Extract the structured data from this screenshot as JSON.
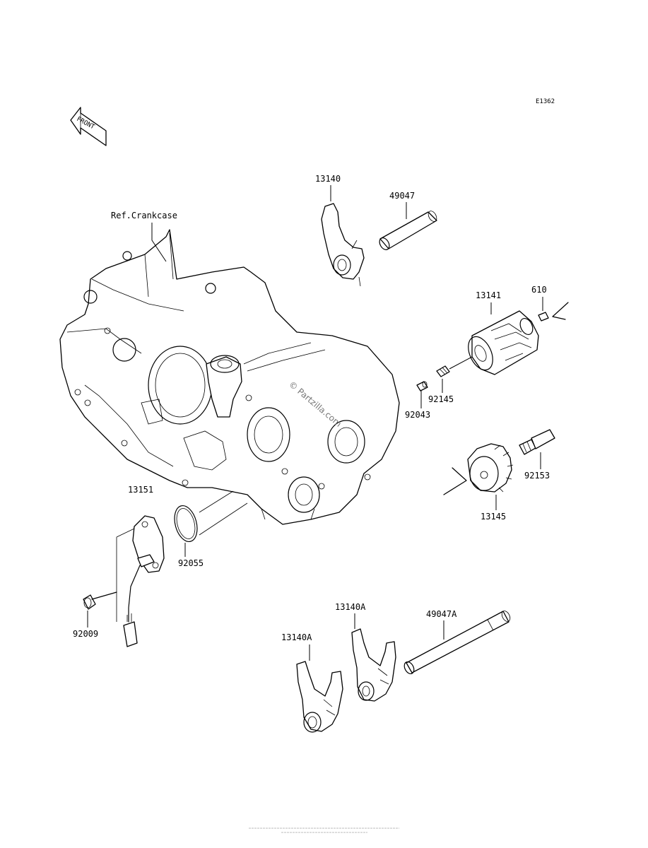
{
  "diagram_id": "E1362",
  "front_label": "FRONT",
  "ref_label": "Ref.Crankcase",
  "watermark": "© Partzilla.com",
  "parts": [
    {
      "number": "13140"
    },
    {
      "number": "49047"
    },
    {
      "number": "13141"
    },
    {
      "number": "610"
    },
    {
      "number": "92145"
    },
    {
      "number": "92043"
    },
    {
      "number": "92153"
    },
    {
      "number": "13145"
    },
    {
      "number": "13151"
    },
    {
      "number": "92055"
    },
    {
      "number": "92009"
    },
    {
      "number": "13140A"
    },
    {
      "number": "13140A"
    },
    {
      "number": "49047A"
    }
  ]
}
